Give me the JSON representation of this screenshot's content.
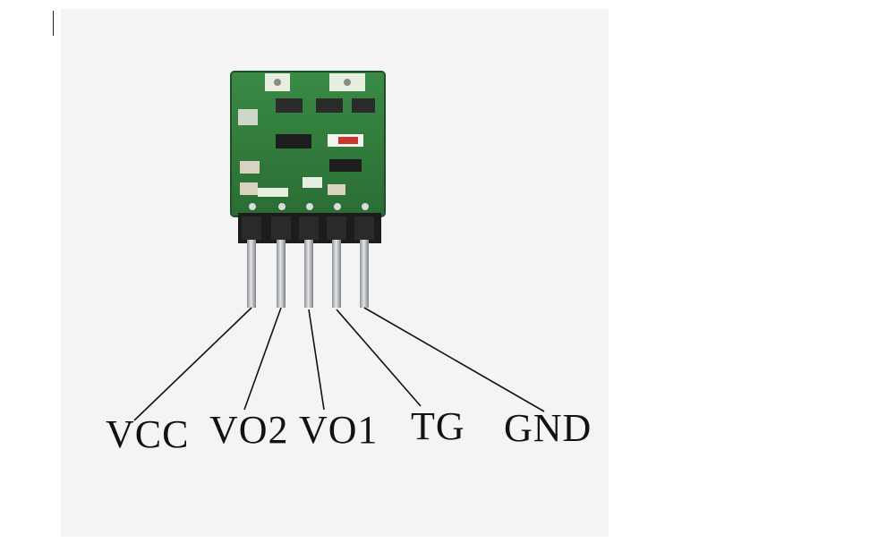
{
  "pin_labels": {
    "vcc": "VCC",
    "vo2": "VO2",
    "vo1": "VO1",
    "tg": "TG",
    "gnd": "GND"
  },
  "colors": {
    "pcb": "#2f7a3a",
    "silkscreen": "#e6efe0",
    "pin": "#b9bcc0",
    "pin_header_plastic": "#1c1c1c",
    "led_red": "#c8382b",
    "background": "#f4f4f4"
  }
}
